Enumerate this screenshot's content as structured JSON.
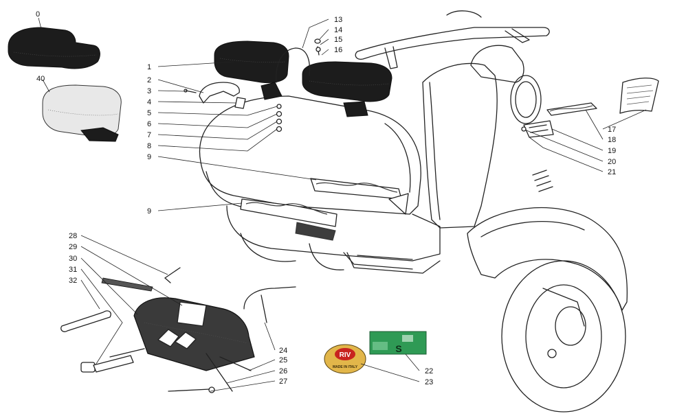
{
  "callouts": [
    {
      "id": "c0",
      "text": "0"
    },
    {
      "id": "c40",
      "text": "40"
    },
    {
      "id": "c1",
      "text": "1"
    },
    {
      "id": "c2",
      "text": "2"
    },
    {
      "id": "c3",
      "text": "3"
    },
    {
      "id": "c4",
      "text": "4"
    },
    {
      "id": "c5",
      "text": "5"
    },
    {
      "id": "c6",
      "text": "6"
    },
    {
      "id": "c7",
      "text": "7"
    },
    {
      "id": "c8",
      "text": "8"
    },
    {
      "id": "c9a",
      "text": "9"
    },
    {
      "id": "c9b",
      "text": "9"
    },
    {
      "id": "c13",
      "text": "13"
    },
    {
      "id": "c14",
      "text": "14"
    },
    {
      "id": "c15",
      "text": "15"
    },
    {
      "id": "c16",
      "text": "16"
    },
    {
      "id": "c17",
      "text": "17"
    },
    {
      "id": "c18",
      "text": "18"
    },
    {
      "id": "c19",
      "text": "19"
    },
    {
      "id": "c20",
      "text": "20"
    },
    {
      "id": "c21",
      "text": "21"
    },
    {
      "id": "c22",
      "text": "22"
    },
    {
      "id": "c23",
      "text": "23"
    },
    {
      "id": "c24",
      "text": "24"
    },
    {
      "id": "c25",
      "text": "25"
    },
    {
      "id": "c26",
      "text": "26"
    },
    {
      "id": "c27",
      "text": "27"
    },
    {
      "id": "c28",
      "text": "28"
    },
    {
      "id": "c29",
      "text": "29"
    },
    {
      "id": "c30",
      "text": "30"
    },
    {
      "id": "c31",
      "text": "31"
    },
    {
      "id": "c32",
      "text": "32"
    }
  ],
  "badges": {
    "riv_logo": "RIV",
    "riv_sub": "MADE IN ITALY",
    "green_plate_letter": "S"
  },
  "colors": {
    "line": "#222222",
    "seat_black": "#1c1c1c",
    "riv_gold": "#e2b64a",
    "riv_red": "#c8231f",
    "plate_green": "#2f9a55"
  }
}
